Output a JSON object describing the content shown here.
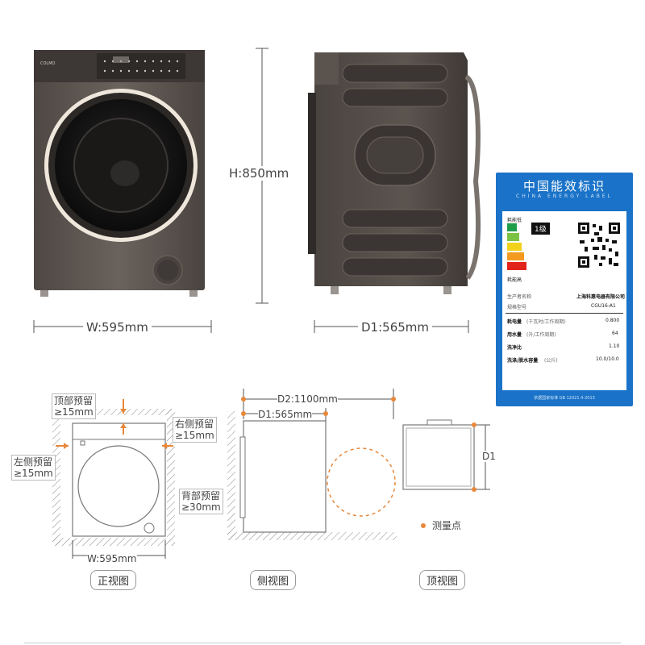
{
  "top": {
    "height_label": "H:850mm",
    "width_label": "W:595mm",
    "depth_label": "D1:565mm",
    "brand": "COLMO"
  },
  "energy_label": {
    "title": "中国能效标识",
    "subtitle": "CHINA ENERGY LABEL",
    "efficiency_low": "耗能低",
    "efficiency_high": "耗能高",
    "grade": "1",
    "grade_suffix": "级",
    "manufacturer_key": "生产者名称",
    "manufacturer_value": "上海科惠电器有限公司",
    "model_key": "规格型号",
    "model_value": "CGU16-A1",
    "rows": [
      {
        "key": "耗电量",
        "unit": "(千瓦时/工作周期)",
        "value": "0.800"
      },
      {
        "key": "用水量",
        "unit": "(升/工作周期)",
        "value": "64"
      },
      {
        "key": "洗净比",
        "unit": "",
        "value": "1.10"
      },
      {
        "key": "洗涤/脱水容量",
        "unit": "(公斤)",
        "value": "10.0/10.0"
      }
    ],
    "footer": "依据国家标准 GB 12021.4-2013"
  },
  "bottom": {
    "top_clearance": "顶部预留",
    "top_clearance_value": "≥15mm",
    "right_clearance": "右侧预留",
    "right_clearance_value": "≥15mm",
    "left_clearance": "左侧预留",
    "left_clearance_value": "≥15mm",
    "back_clearance": "背部预留",
    "back_clearance_value": "≥30mm",
    "front_width": "W:595mm",
    "d2_label": "D2:1100mm",
    "d1_label": "D1:565mm",
    "top_view_depth": "D1",
    "measure_point": "测量点",
    "view_front": "正视图",
    "view_side": "侧视图",
    "view_top": "顶视图"
  },
  "colors": {
    "machine_body": "#5b544f",
    "machine_dark": "#3a3532",
    "accent_orange": "#e8883a",
    "label_blue": "#1a73c8"
  }
}
